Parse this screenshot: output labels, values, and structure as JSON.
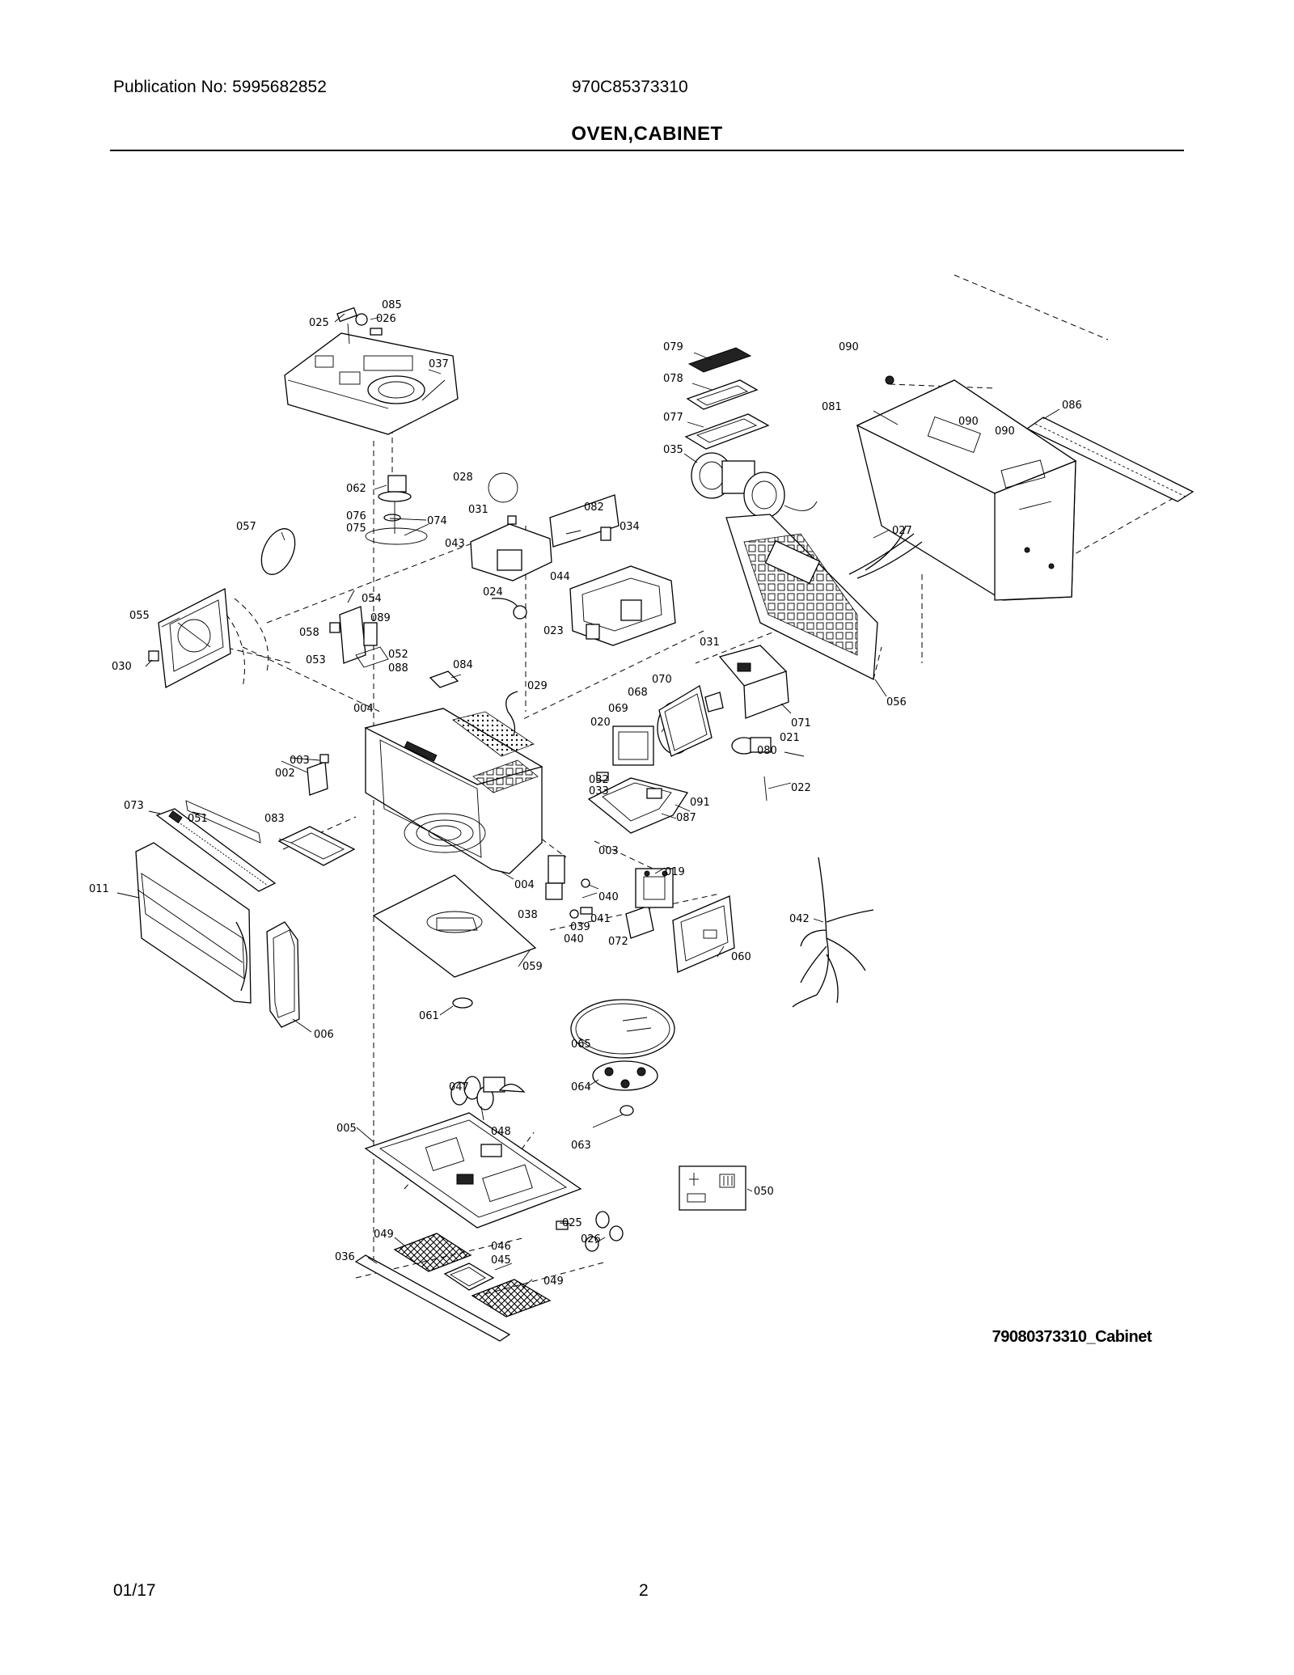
{
  "header": {
    "publication": "Publication No: 5995682852",
    "model": "970C85373310",
    "title": "OVEN,CABINET"
  },
  "diagram": {
    "name": "79080373310_Cabinet",
    "callouts": [
      {
        "id": "c025a",
        "label": "025"
      },
      {
        "id": "c085",
        "label": "085"
      },
      {
        "id": "c026a",
        "label": "026"
      },
      {
        "id": "c037",
        "label": "037"
      },
      {
        "id": "c079",
        "label": "079"
      },
      {
        "id": "c090a",
        "label": "090"
      },
      {
        "id": "c078",
        "label": "078"
      },
      {
        "id": "c081",
        "label": "081"
      },
      {
        "id": "c086",
        "label": "086"
      },
      {
        "id": "c077",
        "label": "077"
      },
      {
        "id": "c090b",
        "label": "090"
      },
      {
        "id": "c090c",
        "label": "090"
      },
      {
        "id": "c035",
        "label": "035"
      },
      {
        "id": "c028",
        "label": "028"
      },
      {
        "id": "c082",
        "label": "082"
      },
      {
        "id": "c062",
        "label": "062"
      },
      {
        "id": "c031a",
        "label": "031"
      },
      {
        "id": "c034",
        "label": "034"
      },
      {
        "id": "c076",
        "label": "076"
      },
      {
        "id": "c075",
        "label": "075"
      },
      {
        "id": "c074",
        "label": "074"
      },
      {
        "id": "c057",
        "label": "057"
      },
      {
        "id": "c043",
        "label": "043"
      },
      {
        "id": "c027",
        "label": "027"
      },
      {
        "id": "c044",
        "label": "044"
      },
      {
        "id": "c024",
        "label": "024"
      },
      {
        "id": "c054",
        "label": "054"
      },
      {
        "id": "c055",
        "label": "055"
      },
      {
        "id": "c058",
        "label": "058"
      },
      {
        "id": "c089",
        "label": "089"
      },
      {
        "id": "c023",
        "label": "023"
      },
      {
        "id": "c052",
        "label": "052"
      },
      {
        "id": "c053",
        "label": "053"
      },
      {
        "id": "c088",
        "label": "088"
      },
      {
        "id": "c030",
        "label": "030"
      },
      {
        "id": "c031b",
        "label": "031"
      },
      {
        "id": "c084",
        "label": "084"
      },
      {
        "id": "c029",
        "label": "029"
      },
      {
        "id": "c070",
        "label": "070"
      },
      {
        "id": "c068",
        "label": "068"
      },
      {
        "id": "c056",
        "label": "056"
      },
      {
        "id": "c004a",
        "label": "004"
      },
      {
        "id": "c069",
        "label": "069"
      },
      {
        "id": "c020",
        "label": "020"
      },
      {
        "id": "c071",
        "label": "071"
      },
      {
        "id": "c021",
        "label": "021"
      },
      {
        "id": "c003a",
        "label": "003"
      },
      {
        "id": "c080",
        "label": "080"
      },
      {
        "id": "c002",
        "label": "002"
      },
      {
        "id": "c032",
        "label": "032"
      },
      {
        "id": "c033",
        "label": "033"
      },
      {
        "id": "c022",
        "label": "022"
      },
      {
        "id": "c091",
        "label": "091"
      },
      {
        "id": "c073",
        "label": "073"
      },
      {
        "id": "c051",
        "label": "051"
      },
      {
        "id": "c083",
        "label": "083"
      },
      {
        "id": "c087",
        "label": "087"
      },
      {
        "id": "c003b",
        "label": "003"
      },
      {
        "id": "c011",
        "label": "011"
      },
      {
        "id": "c004b",
        "label": "004"
      },
      {
        "id": "c019",
        "label": "019"
      },
      {
        "id": "c040a",
        "label": "040"
      },
      {
        "id": "c038",
        "label": "038"
      },
      {
        "id": "c041",
        "label": "041"
      },
      {
        "id": "c039",
        "label": "039"
      },
      {
        "id": "c040b",
        "label": "040"
      },
      {
        "id": "c072",
        "label": "072"
      },
      {
        "id": "c042",
        "label": "042"
      },
      {
        "id": "c060",
        "label": "060"
      },
      {
        "id": "c059",
        "label": "059"
      },
      {
        "id": "c061",
        "label": "061"
      },
      {
        "id": "c006",
        "label": "006"
      },
      {
        "id": "c065",
        "label": "065"
      },
      {
        "id": "c047",
        "label": "047"
      },
      {
        "id": "c064",
        "label": "064"
      },
      {
        "id": "c048",
        "label": "048"
      },
      {
        "id": "c005",
        "label": "005"
      },
      {
        "id": "c063",
        "label": "063"
      },
      {
        "id": "c050",
        "label": "050"
      },
      {
        "id": "c025b",
        "label": "025"
      },
      {
        "id": "c026b",
        "label": "026"
      },
      {
        "id": "c049a",
        "label": "049"
      },
      {
        "id": "c046",
        "label": "046"
      },
      {
        "id": "c036",
        "label": "036"
      },
      {
        "id": "c045",
        "label": "045"
      },
      {
        "id": "c049b",
        "label": "049"
      }
    ]
  },
  "footer": {
    "date": "01/17",
    "page": "2"
  }
}
